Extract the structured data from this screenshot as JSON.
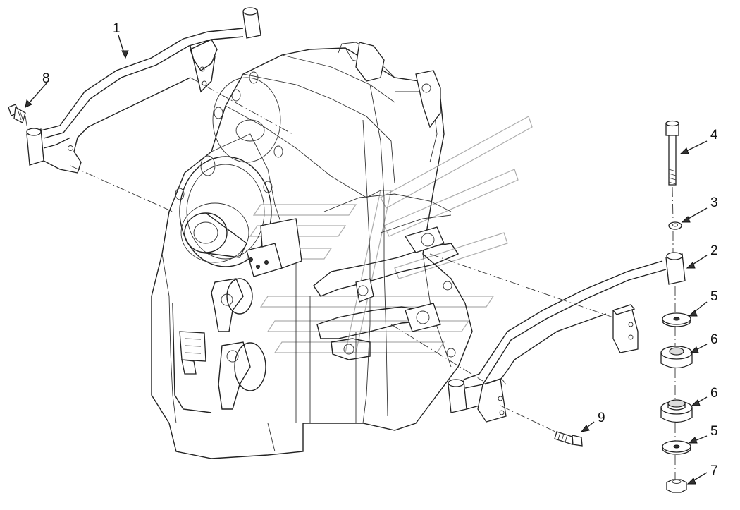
{
  "callouts": {
    "c1": "1",
    "c2": "2",
    "c3": "3",
    "c4": "4",
    "c5a": "5",
    "c5b": "5",
    "c6a": "6",
    "c6b": "6",
    "c7": "7",
    "c8": "8",
    "c9": "9"
  },
  "colors": {
    "line": "#222222",
    "paper": "#ffffff"
  }
}
